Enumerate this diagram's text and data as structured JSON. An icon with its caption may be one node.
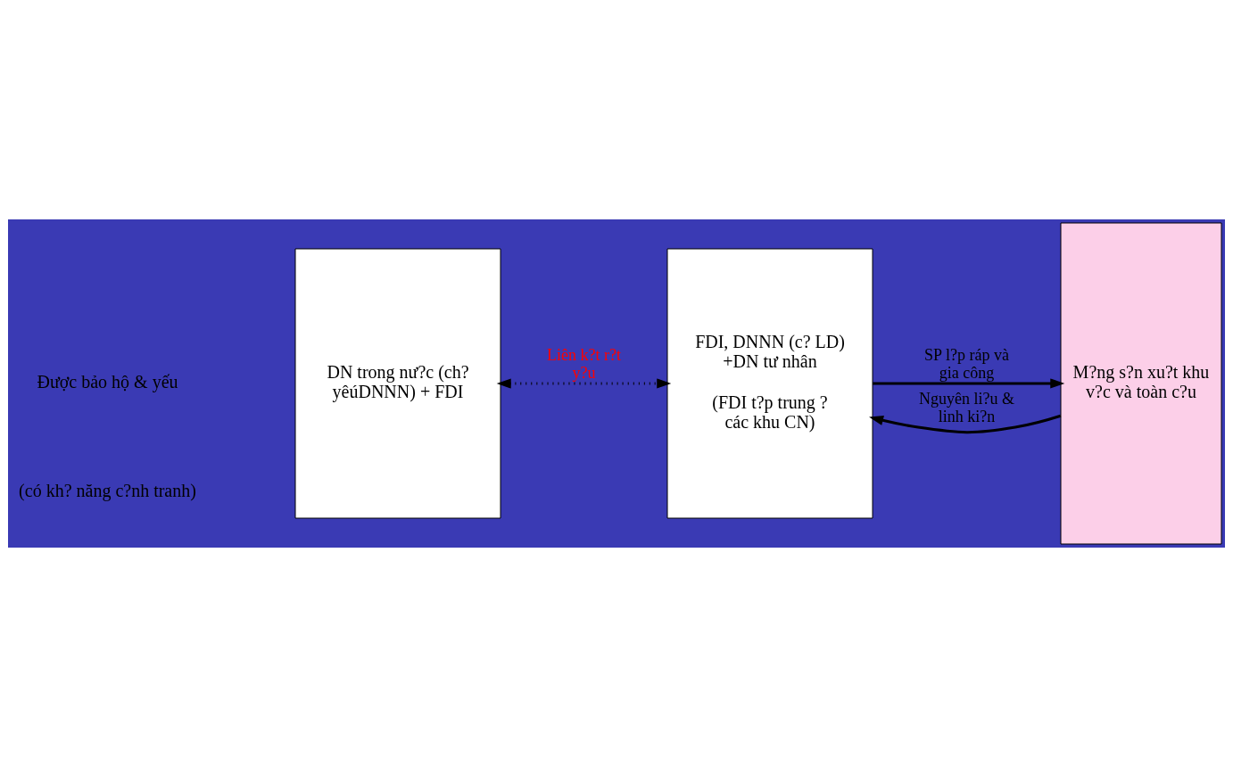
{
  "diagram": {
    "nodes": [
      {
        "text": [
          "DN trong nư?c (ch? yêúDNNN) + FDI"
        ]
      },
      {
        "text": [
          "FDI, DNNN (c? LD) +DN tư nhân",
          "(FDI t?p trung ? các khu CN)"
        ]
      },
      {
        "text": [
          "M?ng s?n xu?t khu v?c và toàn c?u"
        ]
      }
    ],
    "edges": [
      {
        "from": 2,
        "to": 1,
        "arrow": "to",
        "label": "Nguyên li?u & linh ki?n"
      },
      {
        "from": 1,
        "to": 2,
        "arrow": "to",
        "label": "SP l?p ráp và gia công"
      },
      {
        "from": 0,
        "to": 1,
        "arrow": "both",
        "label": "Liên k?t r?t y?u",
        "style": "dashed"
      }
    ],
    "labels": [
      "Được bảo hộ & yếu",
      "(có kh? năng c?nh tranh)"
    ]
  }
}
